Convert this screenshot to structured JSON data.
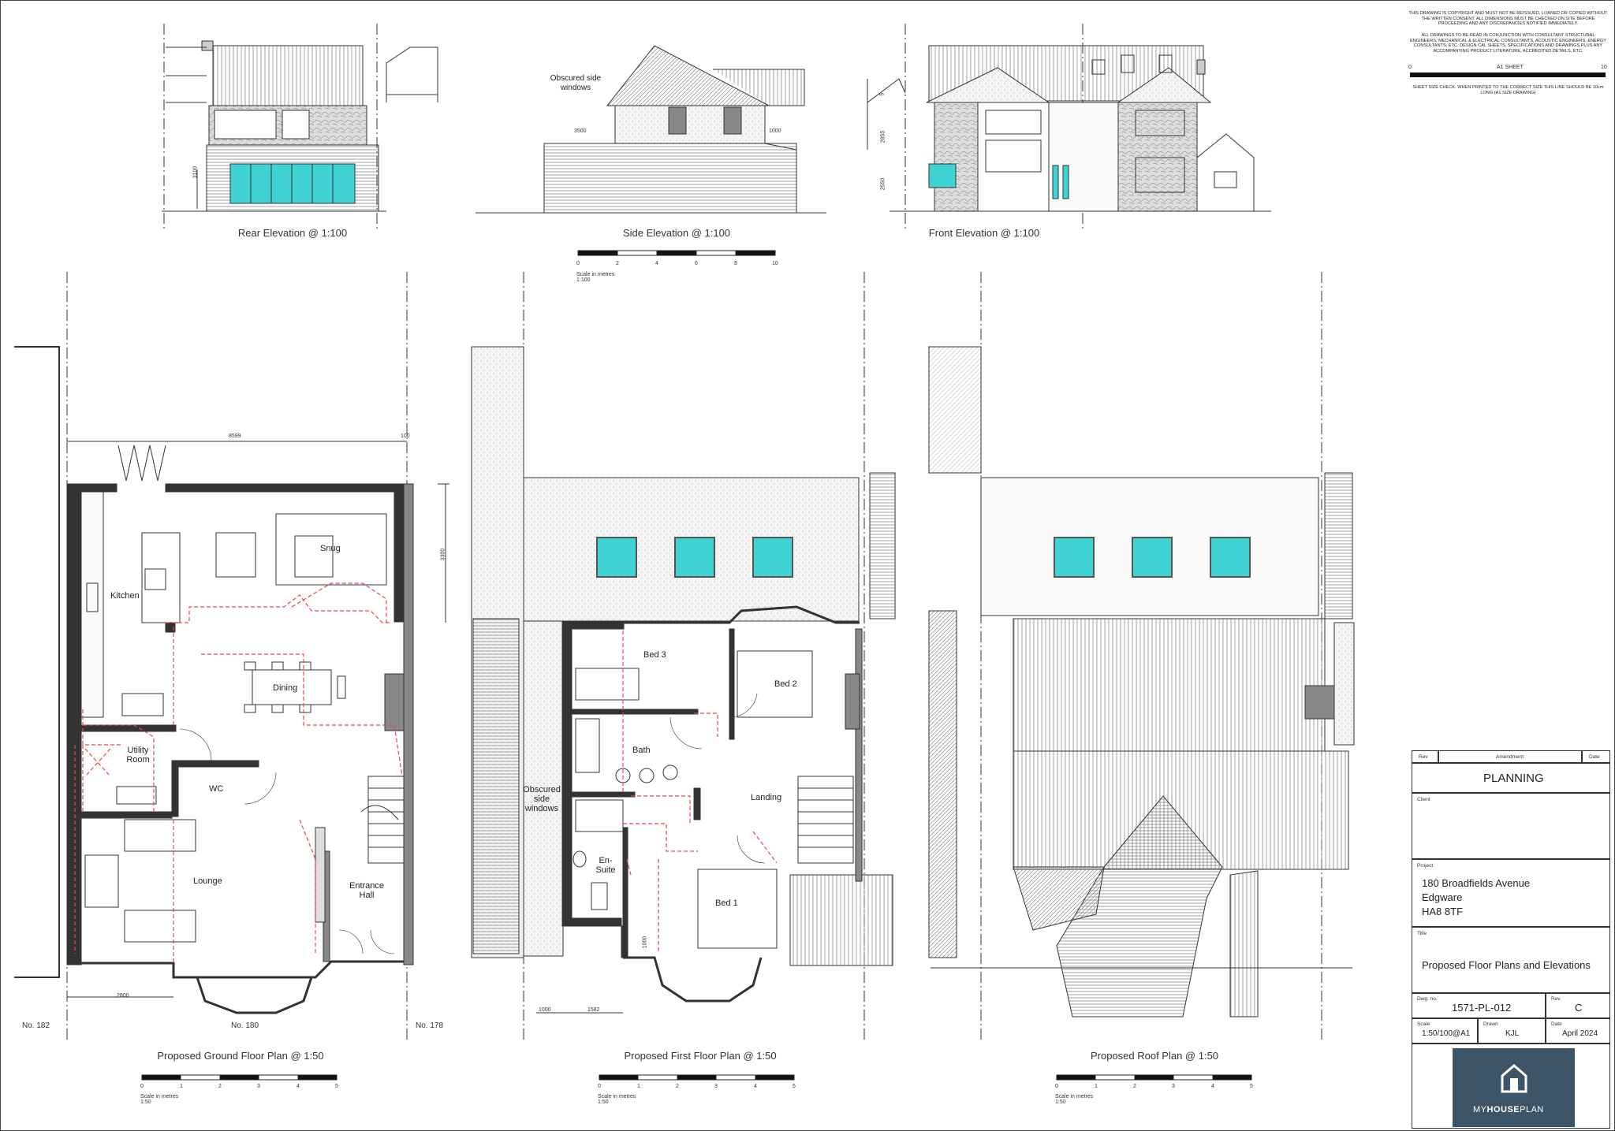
{
  "notes": {
    "copyright": "THIS DRAWING IS COPYRIGHT AND MUST NOT BE REISSUED, LOANED OR COPIED WITHOUT THE WRITTEN CONSENT. ALL DIMENSIONS MUST BE CHECKED ON SITE BEFORE PROCEEDING AND ANY DISCREPANCIES NOTIFIED IMMEDIATELY.",
    "reading": "ALL DRAWINGS TO BE READ IN CONJUNCTION WITH CONSULTANT STRUCTURAL ENGINEERS, MECHANICAL & ELECTRICAL CONSULTANTS, ACOUSTIC ENGINEERS, ENERGY CONSULTANTS, ETC. DESIGN CAL SHEETS, SPECIFICATIONS AND DRAWINGS PLUS ANY ACCOMPANYING PRODUCT LITERATURE, ACCREDITED DETAILS, ETC.",
    "sheet_label": "A1 SHEET",
    "sheet_start": "0",
    "sheet_end": "10",
    "size_check": "SHEET SIZE CHECK: WHEN PRINTED TO THE CORRECT SIZE THIS LINE SHOULD BE 10cm LONG (A1 SIZE DRAWING)"
  },
  "elevations": {
    "rear_title": "Rear Elevation @ 1:100",
    "side_title": "Side Elevation @ 1:100",
    "front_title": "Front Elevation @ 1:100",
    "obscured_note": "Obscured side windows",
    "dims": {
      "rear": "3100",
      "side_left": "3500",
      "side_right": "1000",
      "front_a": "5",
      "front_b": "2855",
      "front_c": "2550"
    }
  },
  "scale_100": {
    "ticks": [
      "0",
      "2",
      "4",
      "6",
      "8",
      "10"
    ],
    "label": "Scale in metres",
    "ratio": "1:100"
  },
  "scale_50": {
    "ticks": [
      "0",
      "1",
      "2",
      "3",
      "4",
      "5"
    ],
    "label": "Scale in metres",
    "ratio": "1:50"
  },
  "ground_plan": {
    "title": "Proposed Ground Floor Plan @ 1:50",
    "rooms": {
      "kitchen": "Kitchen",
      "snug": "Snug",
      "dining": "Dining",
      "utility": "Utility Room",
      "wc": "WC",
      "lounge": "Lounge",
      "entrance": "Entrance Hall"
    },
    "neighbours": {
      "left": "No. 182",
      "middle": "No. 180",
      "right": "No. 178"
    },
    "dims": {
      "width": "8599",
      "offset": "100",
      "depth": "3300",
      "bay": "2800"
    }
  },
  "first_plan": {
    "title": "Proposed First Floor Plan @ 1:50",
    "rooms": {
      "bed3": "Bed 3",
      "bed2": "Bed 2",
      "bath": "Bath",
      "landing": "Landing",
      "ensuite": "En-Suite",
      "bed1": "Bed 1"
    },
    "obscured": "Obscured side windows",
    "dims": {
      "a": "1000",
      "b": "1582",
      "c": "1000"
    }
  },
  "roof_plan": {
    "title": "Proposed Roof Plan @ 1:50"
  },
  "title_block": {
    "rev_head": "Rev",
    "amend_head": "Amendment",
    "date_head": "Date",
    "status": "PLANNING",
    "client_label": "Client",
    "project_label": "Project",
    "project_lines": [
      "180 Broadfields Avenue",
      "Edgware",
      "HA8 8TF"
    ],
    "title_label": "Title",
    "title_value": "Proposed Floor Plans and Elevations",
    "dwg_label": "Dwg. no.",
    "dwg_value": "1571-PL-012",
    "rev_label": "Rev.",
    "rev_value": "C",
    "scale_label": "Scale",
    "scale_value": "1:50/100@A1",
    "drawn_label": "Drawn",
    "drawn_value": "KJL",
    "date_label": "Date",
    "date_value": "April 2024",
    "logo_a": "MY",
    "logo_b": "HOUSE",
    "logo_c": "PLAN"
  },
  "colors": {
    "glazing": "#3fd3d3",
    "wall": "#333333",
    "redline": "#e8494a",
    "logo_bg": "#3d5566"
  }
}
